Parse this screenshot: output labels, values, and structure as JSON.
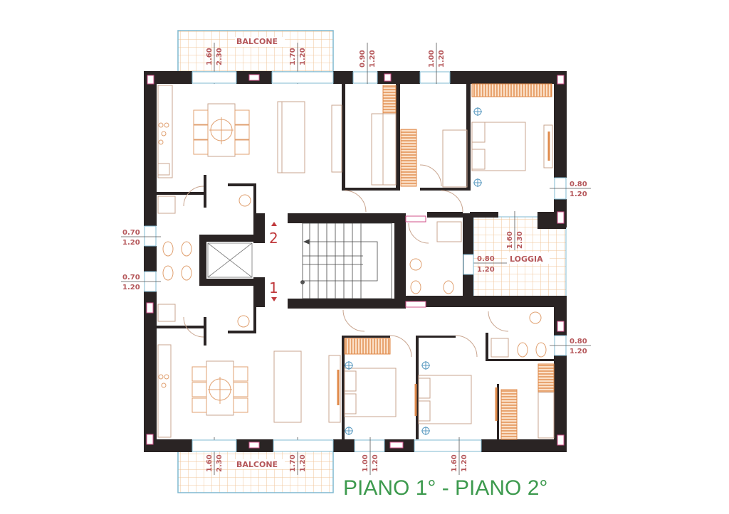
{
  "title": "PIANO 1° - PIANO 2°",
  "colors": {
    "wall": "#2a2424",
    "furniture": "#e0a070",
    "fixture_line": "#c9a58f",
    "tile_grid": "#f0c49a",
    "window": "#7fb8d0",
    "dimension_text": "#b5575a",
    "title_text": "#3d9a4e",
    "pillar_fill": "#ffffff",
    "pillar_border": "#d0508a",
    "stair_arrow": "#c0393c"
  },
  "outdoor_areas": [
    {
      "id": "balcone_top",
      "label": "BALCONE",
      "dims_left": [
        "1.60",
        "2.30"
      ],
      "dims_right": [
        "1.70",
        "1.20"
      ]
    },
    {
      "id": "balcone_bottom",
      "label": "BALCONE",
      "dims_left": [
        "1.60",
        "2.30"
      ],
      "dims_right": [
        "1.70",
        "1.20"
      ]
    },
    {
      "id": "loggia",
      "label": "LOGGIA",
      "dims_door": [
        "1.60",
        "2.30"
      ],
      "dims_window": [
        "0.80",
        "1.20"
      ]
    }
  ],
  "window_dimensions": {
    "top_1": [
      "0.90",
      "1.20"
    ],
    "top_2": [
      "1.00",
      "1.20"
    ],
    "right_upper": [
      "0.80",
      "1.20"
    ],
    "right_lower": [
      "0.80",
      "1.20"
    ],
    "left_upper": [
      "0.70",
      "1.20"
    ],
    "left_lower": [
      "0.70",
      "1.20"
    ],
    "bottom_1": [
      "1.00",
      "1.20"
    ],
    "bottom_2": [
      "1.60",
      "1.20"
    ]
  },
  "staircase": {
    "up_label": "2",
    "down_label": "1"
  }
}
